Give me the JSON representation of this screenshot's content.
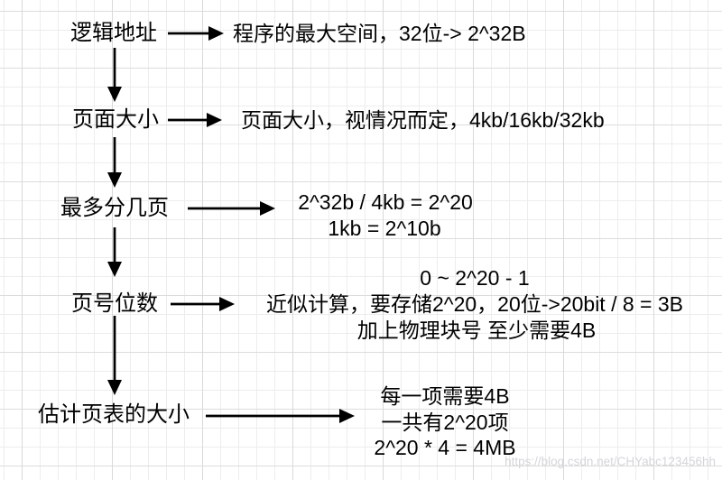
{
  "diagram": {
    "title_hint": "paging size estimation notes",
    "rows": [
      {
        "label": "逻辑地址",
        "lines": [
          "程序的最大空间，32位-> 2^32B"
        ]
      },
      {
        "label": "页面大小",
        "lines": [
          "页面大小，视情况而定，4kb/16kb/32kb"
        ]
      },
      {
        "label": "最多分几页",
        "lines": [
          "2^32b / 4kb = 2^20",
          "1kb = 2^10b"
        ]
      },
      {
        "label": "页号位数",
        "lines": [
          "0 ~ 2^20 - 1",
          "近似计算，要存储2^20，20位->20bit / 8 = 3B",
          "加上物理块号 至少需要4B"
        ]
      },
      {
        "label": "估计页表的大小",
        "lines": [
          "每一项需要4B",
          "一共有2^20项",
          "2^20 * 4 = 4MB"
        ]
      }
    ],
    "watermark": "https://blog.csdn.net/CHYabc123456hh"
  },
  "colors": {
    "ink": "#000000",
    "grid_minor": "#ededed",
    "grid_major": "#d9d9d9",
    "watermark": "#d5d5da",
    "background": "#ffffff"
  }
}
